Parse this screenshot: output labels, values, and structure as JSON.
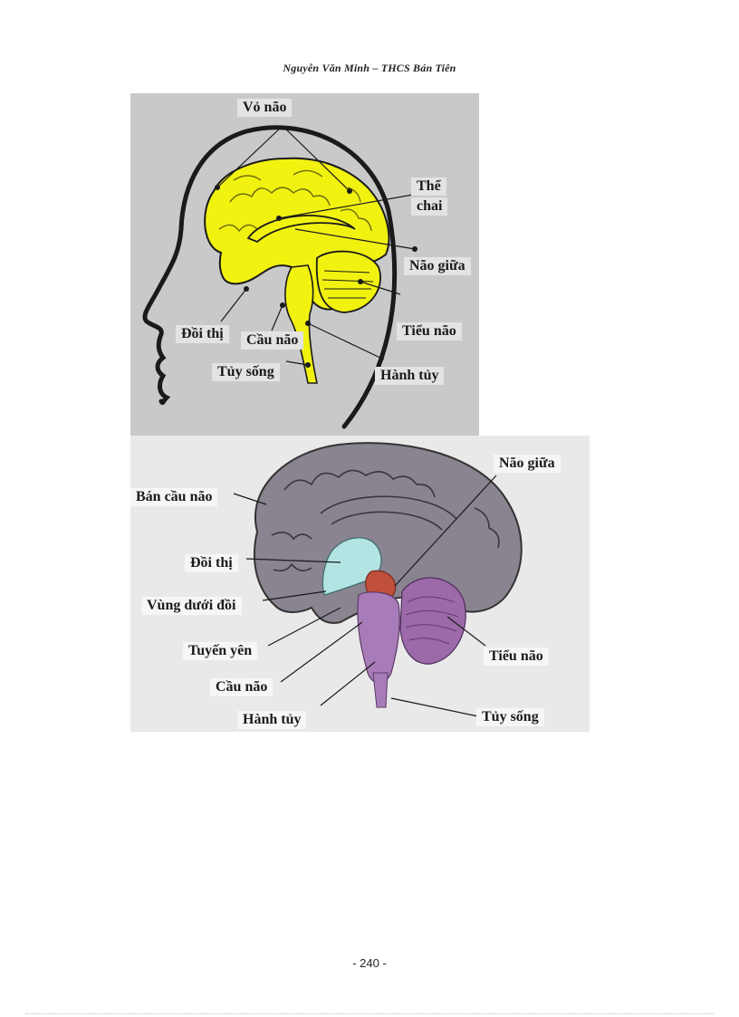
{
  "header": {
    "text": "Nguyễn Văn Minh – THCS Bán Tiên"
  },
  "figure1": {
    "labels": {
      "cortex": "Vỏ não",
      "corpus_callosum_1": "Thể",
      "corpus_callosum_2": "chai",
      "midbrain": "Não giữa",
      "thalamus": "Đồi thị",
      "pons": "Cầu não",
      "cerebellum": "Tiểu não",
      "spinal_cord": "Tủy sống",
      "medulla": "Hành tủy"
    },
    "colors": {
      "background": "#c9c9c9",
      "brain": "#f2f211",
      "outline": "#1a1a1a"
    }
  },
  "figure2": {
    "labels": {
      "midbrain": "Não giữa",
      "hemisphere": "Bán cầu não",
      "thalamus": "Đồi thị",
      "hypothalamus": "Vùng dưới đồi",
      "pituitary": "Tuyến yên",
      "cerebellum": "Tiểu não",
      "pons": "Cầu não",
      "medulla": "Hành tủy",
      "spinal_cord": "Tủy sống"
    },
    "colors": {
      "hemisphere": "#8a8390",
      "thalamus": "#b4e3e3",
      "midbrain": "#c0503a",
      "brainstem": "#a87cb8",
      "cerebellum": "#9c6aa8"
    }
  },
  "footer": {
    "page_number": "- 240 -"
  }
}
